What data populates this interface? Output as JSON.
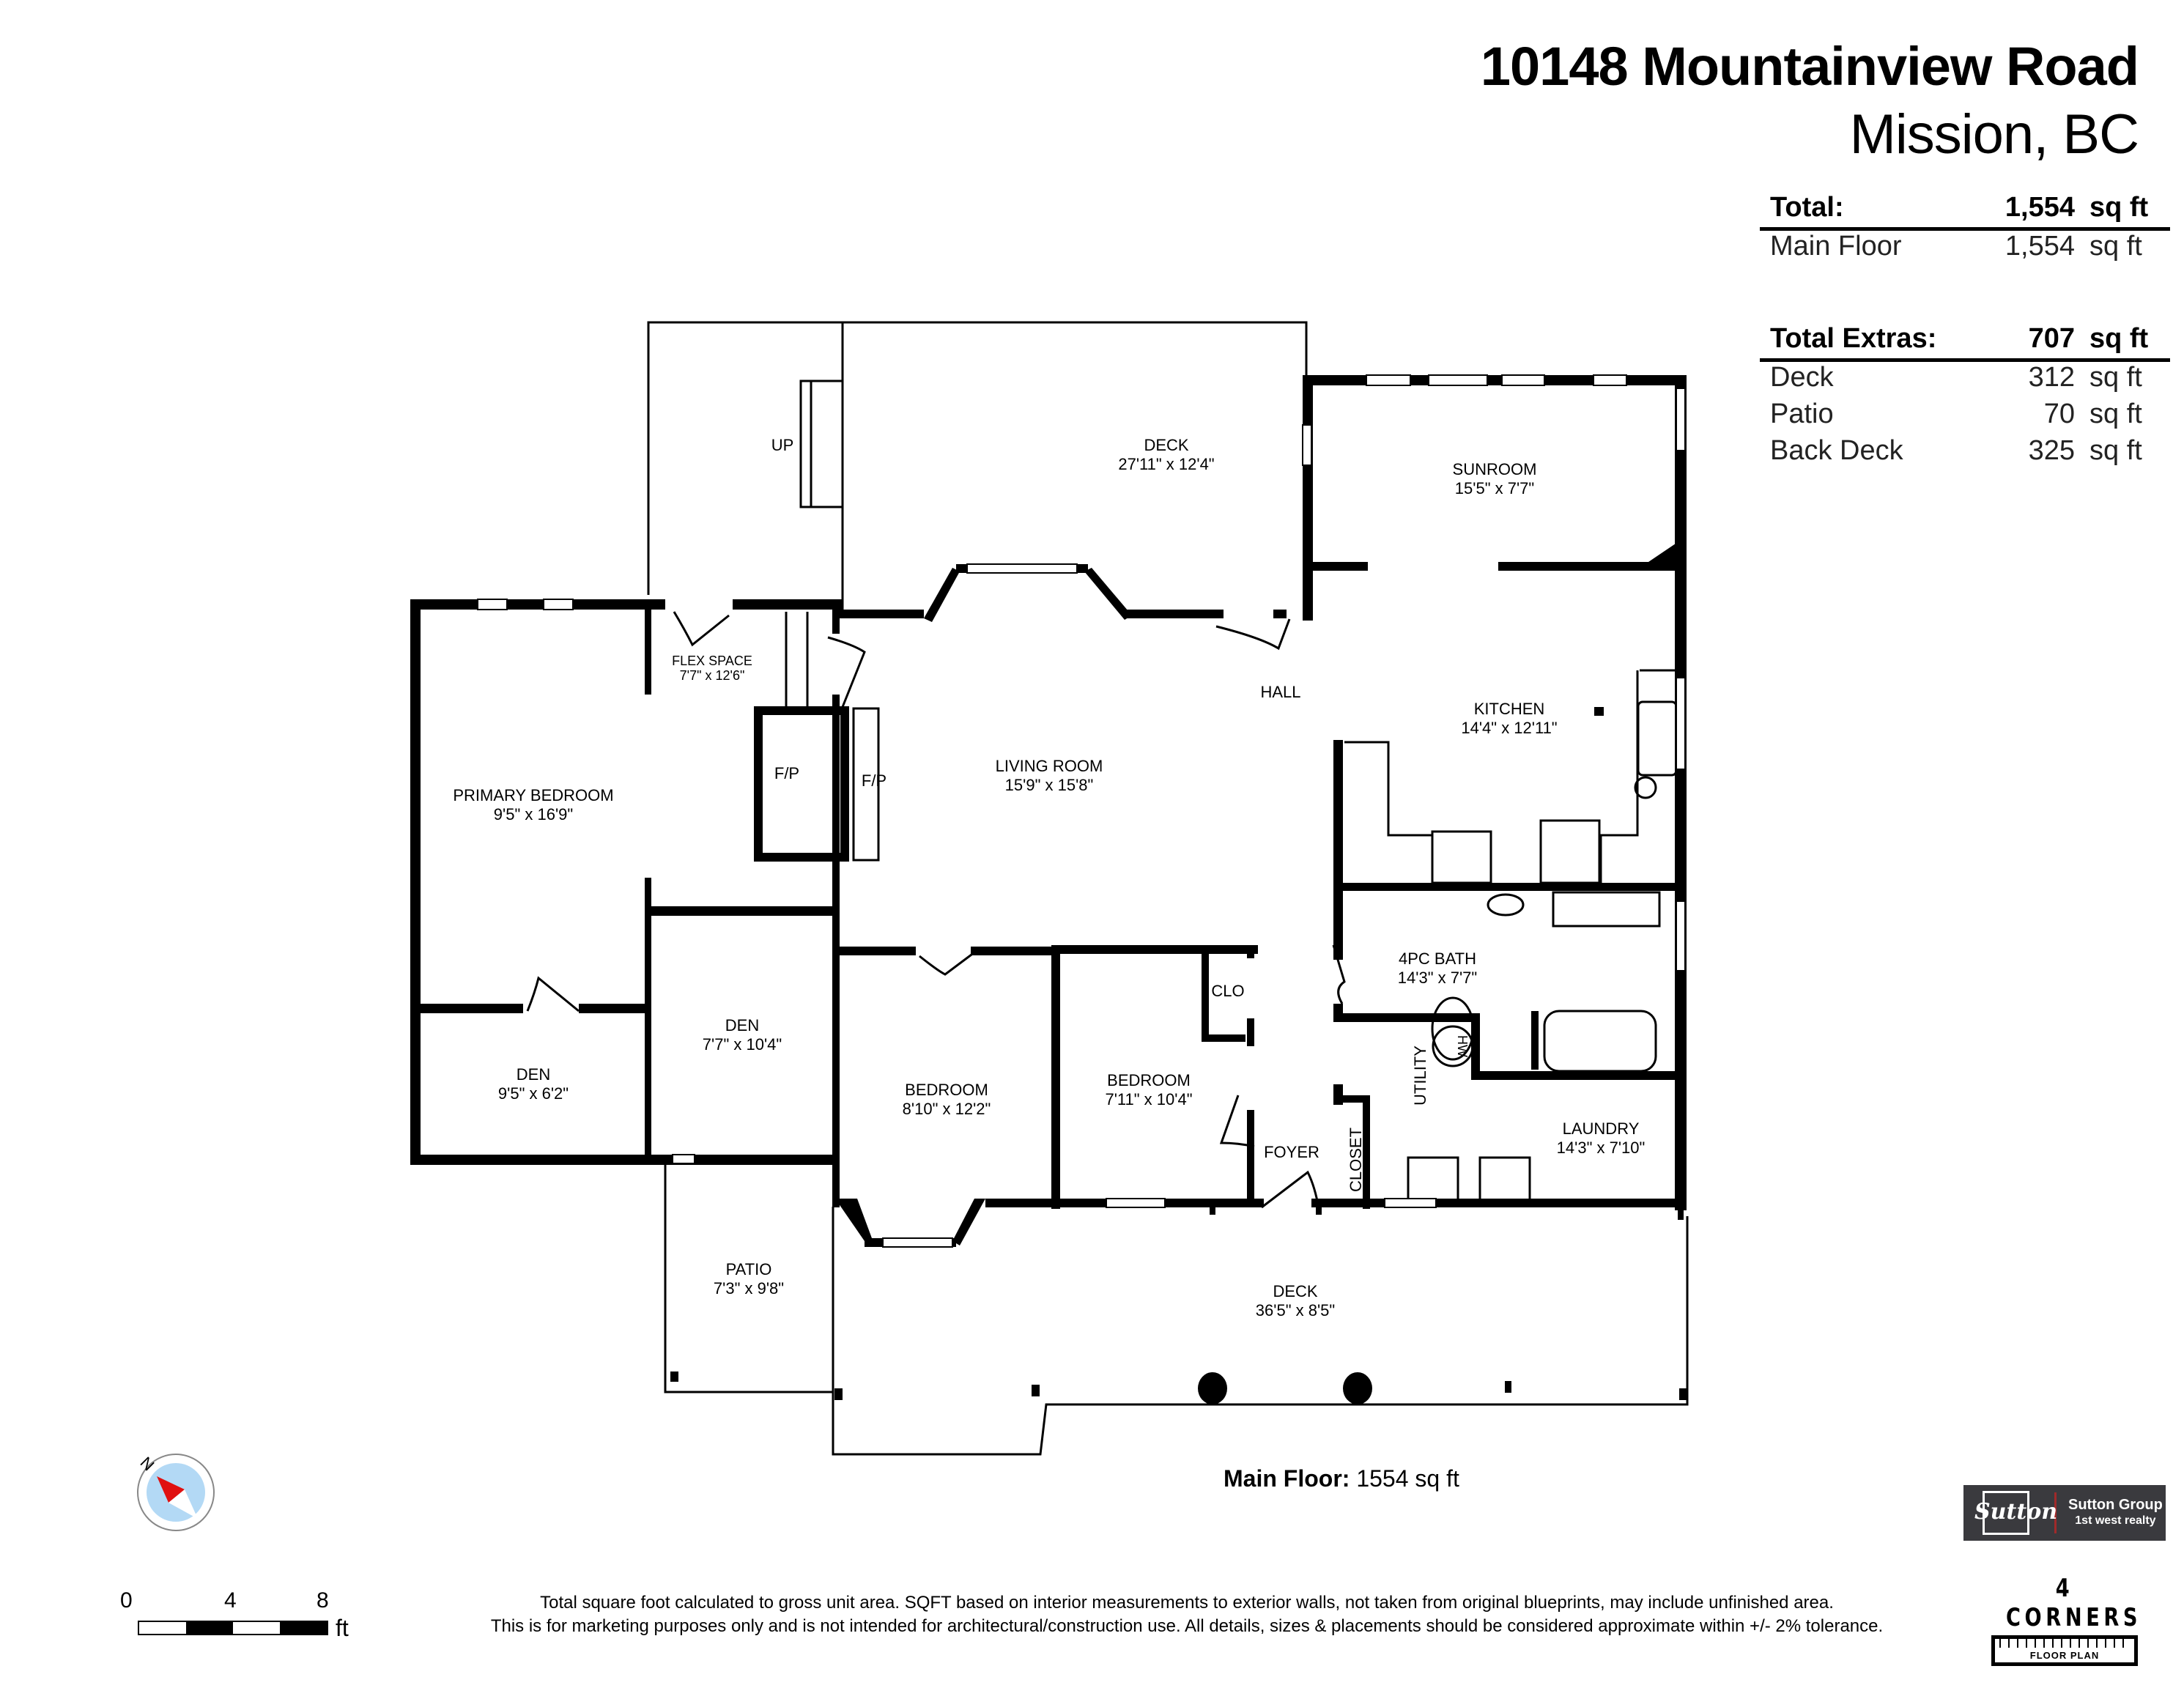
{
  "header": {
    "address": "10148 Mountainview Road",
    "city": "Mission, BC"
  },
  "area_summary": {
    "total": {
      "label": "Total:",
      "value": "1,554",
      "unit": "sq ft"
    },
    "floors": [
      {
        "label": "Main Floor",
        "value": "1,554",
        "unit": "sq ft"
      }
    ],
    "total_extras": {
      "label": "Total Extras:",
      "value": "707",
      "unit": "sq ft"
    },
    "extras": [
      {
        "label": "Deck",
        "value": "312",
        "unit": "sq ft"
      },
      {
        "label": "Patio",
        "value": "70",
        "unit": "sq ft"
      },
      {
        "label": "Back Deck",
        "value": "325",
        "unit": "sq ft"
      }
    ]
  },
  "rooms": {
    "back_deck": {
      "name": "DECK",
      "dims": "27'11\" x 12'4\""
    },
    "stairs": {
      "name": "UP"
    },
    "sunroom": {
      "name": "SUNROOM",
      "dims": "15'5\" x 7'7\""
    },
    "flex_space": {
      "name": "FLEX SPACE",
      "dims": "7'7\" x 12'6\""
    },
    "hall": {
      "name": "HALL"
    },
    "kitchen": {
      "name": "KITCHEN",
      "dims": "14'4\" x 12'11\""
    },
    "primary_bedroom": {
      "name": "PRIMARY BEDROOM",
      "dims": "9'5\" x 16'9\""
    },
    "fireplace_1": {
      "name": "F/P"
    },
    "fireplace_2": {
      "name": "F/P"
    },
    "living_room": {
      "name": "LIVING ROOM",
      "dims": "15'9\" x 15'8\""
    },
    "bath": {
      "name": "4PC BATH",
      "dims": "14'3\" x 7'7\""
    },
    "clo": {
      "name": "CLO"
    },
    "den_1": {
      "name": "DEN",
      "dims": "7'7\" x 10'4\""
    },
    "den_2": {
      "name": "DEN",
      "dims": "9'5\" x 6'2\""
    },
    "bedroom_1": {
      "name": "BEDROOM",
      "dims": "8'10\" x 12'2\""
    },
    "bedroom_2": {
      "name": "BEDROOM",
      "dims": "7'11\" x 10'4\""
    },
    "utility": {
      "name": "UTILITY"
    },
    "hot_water": {
      "name": "HW"
    },
    "laundry": {
      "name": "LAUNDRY",
      "dims": "14'3\" x 7'10\""
    },
    "foyer": {
      "name": "FOYER"
    },
    "closet": {
      "name": "CLOSET"
    },
    "patio": {
      "name": "PATIO",
      "dims": "7'3\" x 9'8\""
    },
    "front_deck": {
      "name": "DECK",
      "dims": "36'5\" x 8'5\""
    }
  },
  "floor_total": {
    "label": "Main Floor:",
    "value": "1554 sq ft"
  },
  "compass": {
    "label": "N",
    "needle_color": "#e01010",
    "dial_color": "#b3d9f5"
  },
  "scale_bar": {
    "ticks": [
      "0",
      "4",
      "8"
    ],
    "unit": "ft"
  },
  "disclaimer": {
    "line1": "Total square foot calculated to gross unit area. SQFT based on interior measurements to exterior walls, not taken from original blueprints, may include unfinished area.",
    "line2": "This is for marketing purposes only and is not intended for architectural/construction use.  All details, sizes & placements should be considered approximate within +/- 2%  tolerance."
  },
  "branding": {
    "sutton_logo": "Sutton",
    "sutton_line1": "Sutton Group",
    "sutton_line2": "1st west realty",
    "sutton_bg": "#3a3a3e",
    "corners_name": "4 CORNERS",
    "corners_sub": "FLOOR PLAN"
  }
}
